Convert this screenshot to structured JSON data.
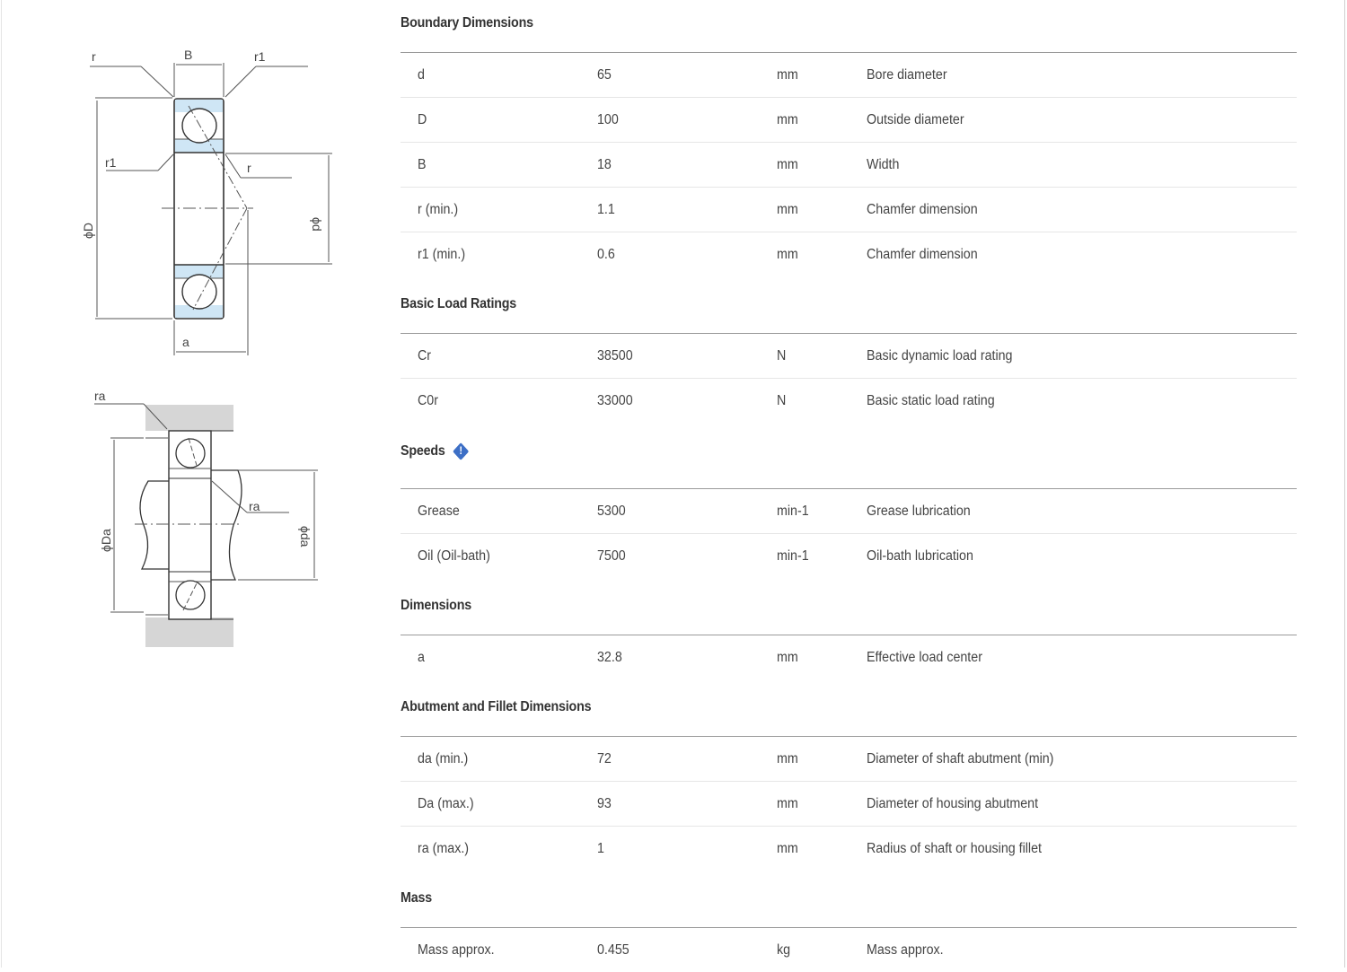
{
  "diagram_labels": {
    "top": {
      "r": "r",
      "B": "B",
      "r1_top": "r1",
      "r1_left": "r1",
      "r_right": "r",
      "phiD": "ϕD",
      "phid": "ϕd",
      "a": "a"
    },
    "bottom": {
      "ra_top": "ra",
      "ra_right": "ra",
      "phiDa": "ϕDa",
      "phida": "ϕda"
    }
  },
  "sections": [
    {
      "title": "Boundary Dimensions",
      "rows": [
        {
          "name": "d",
          "value": "65",
          "unit": "mm",
          "desc": "Bore diameter"
        },
        {
          "name": "D",
          "value": "100",
          "unit": "mm",
          "desc": "Outside diameter"
        },
        {
          "name": "B",
          "value": "18",
          "unit": "mm",
          "desc": "Width"
        },
        {
          "name": "r (min.)",
          "value": "1.1",
          "unit": "mm",
          "desc": "Chamfer dimension"
        },
        {
          "name": "r1 (min.)",
          "value": "0.6",
          "unit": "mm",
          "desc": "Chamfer dimension"
        }
      ]
    },
    {
      "title": "Basic Load Ratings",
      "rows": [
        {
          "name": "Cr",
          "value": "38500",
          "unit": "N",
          "desc": "Basic dynamic load rating"
        },
        {
          "name": "C0r",
          "value": "33000",
          "unit": "N",
          "desc": "Basic static load rating"
        }
      ]
    },
    {
      "title": "Speeds",
      "icon": "info-diamond-icon",
      "rows": [
        {
          "name": "Grease",
          "value": "5300",
          "unit": "min-1",
          "desc": "Grease lubrication"
        },
        {
          "name": "Oil (Oil-bath)",
          "value": "7500",
          "unit": "min-1",
          "desc": "Oil-bath lubrication"
        }
      ]
    },
    {
      "title": "Dimensions",
      "rows": [
        {
          "name": "a",
          "value": "32.8",
          "unit": "mm",
          "desc": "Effective load center"
        }
      ]
    },
    {
      "title": "Abutment and Fillet Dimensions",
      "rows": [
        {
          "name": "da (min.)",
          "value": "72",
          "unit": "mm",
          "desc": "Diameter of shaft abutment (min)"
        },
        {
          "name": "Da (max.)",
          "value": "93",
          "unit": "mm",
          "desc": "Diameter of housing abutment"
        },
        {
          "name": "ra (max.)",
          "value": "1",
          "unit": "mm",
          "desc": "Radius of shaft or housing fillet"
        }
      ]
    },
    {
      "title": "Mass",
      "rows": [
        {
          "name": "Mass approx.",
          "value": "0.455",
          "unit": "kg",
          "desc": "Mass approx."
        }
      ]
    }
  ],
  "colors": {
    "ring_fill": "#cfe6f5",
    "info_icon": "#3d6fc6",
    "housing": "#d6d6d6"
  }
}
